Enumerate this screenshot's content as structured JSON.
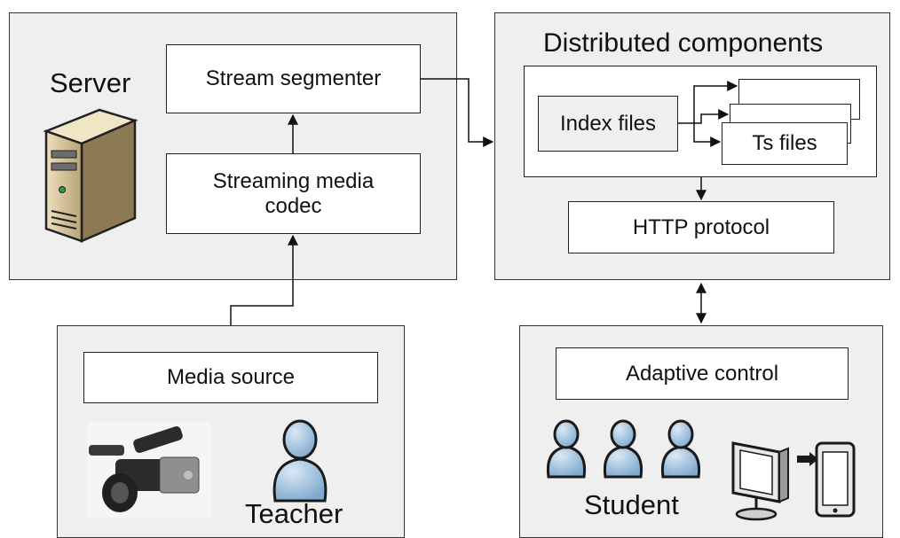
{
  "server": {
    "title": "Server",
    "stream_segmenter": "Stream segmenter",
    "codec_line1": "Streaming media",
    "codec_line2": "codec"
  },
  "distributed": {
    "title": "Distributed components",
    "index_files": "Index files",
    "ts_files": "Ts files",
    "http_protocol": "HTTP protocol"
  },
  "source": {
    "media_source": "Media source",
    "teacher_label": "Teacher"
  },
  "client": {
    "adaptive_control": "Adaptive control",
    "student_label": "Student"
  },
  "colors": {
    "panel": "#efefef",
    "person_body": "#9cc0de",
    "person_outline": "#1a1a1a",
    "server_tower": "#d9c79a"
  },
  "icons": [
    "server-tower-icon",
    "camcorder-icon",
    "teacher-person-icon",
    "student-person-icon",
    "monitor-icon",
    "tablet-icon"
  ]
}
